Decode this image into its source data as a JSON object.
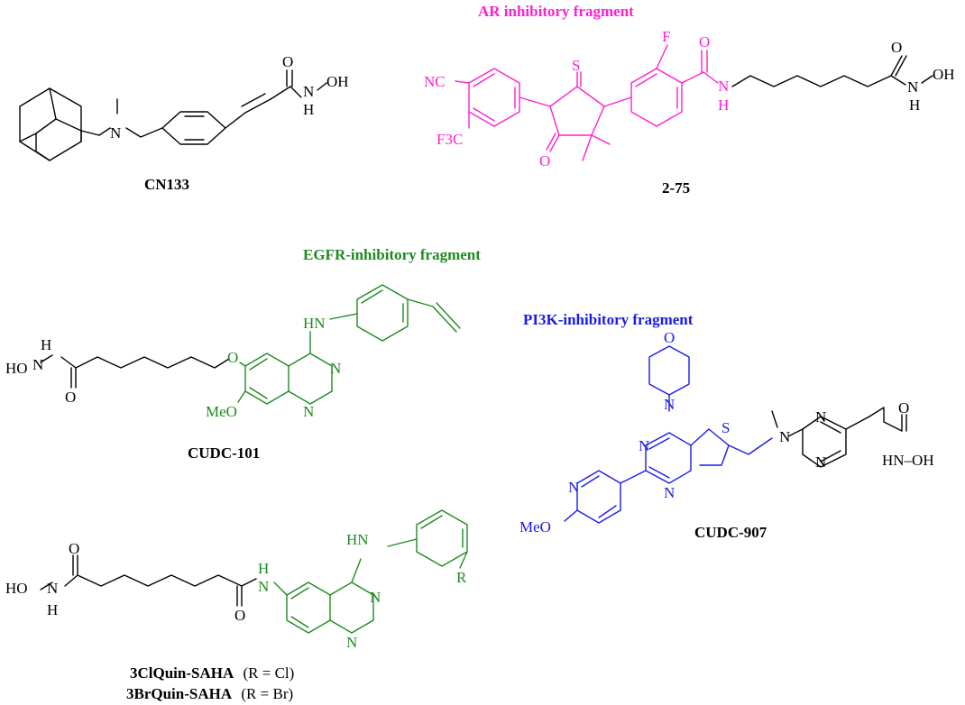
{
  "colors": {
    "ar": "#ff1fd2",
    "egfr": "#1f8a1f",
    "pi3k": "#1a1aee",
    "default": "#000000"
  },
  "fragments": {
    "ar_title": "AR inhibitory fragment",
    "egfr_title": "EGFR-inhibitory fragment",
    "pi3k_title": "PI3K-inhibitory fragment"
  },
  "compounds": {
    "cn133": "CN133",
    "c275": "2-75",
    "cudc101": "CUDC-101",
    "cudc907": "CUDC-907",
    "cl_name": "3ClQuin-SAHA",
    "cl_sub": "(R = Cl)",
    "br_name": "3BrQuin-SAHA",
    "br_sub": "(R = Br)"
  },
  "atoms": {
    "O": "O",
    "N": "N",
    "H": "H",
    "OH": "OH",
    "HO": "HO",
    "S": "S",
    "F": "F",
    "NC": "NC",
    "F3C": "F3C",
    "HN": "HN",
    "MeO": "MeO",
    "R": "R",
    "NH": "NH",
    "HN_OH": "HN–OH"
  }
}
